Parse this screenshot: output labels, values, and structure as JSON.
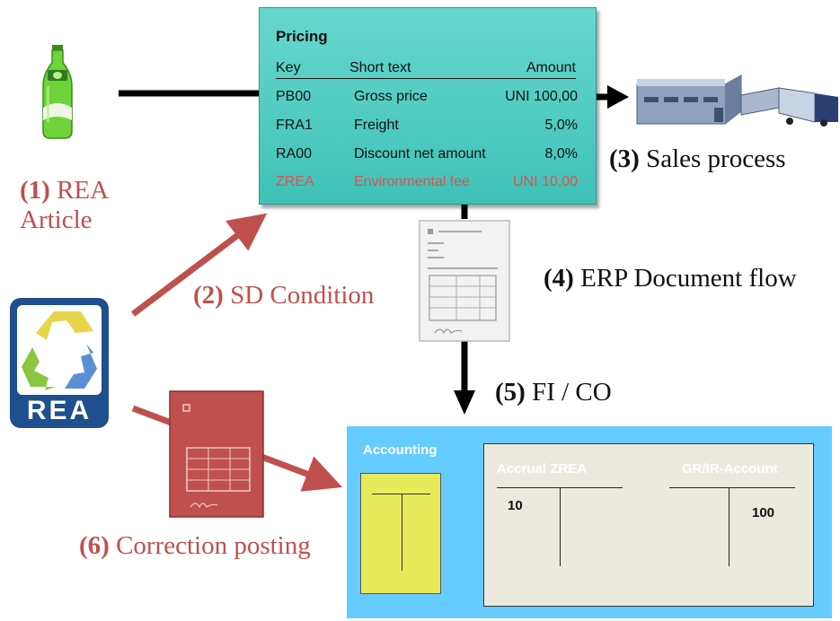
{
  "pricing": {
    "title": "Pricing",
    "headers": [
      "Key",
      "Short text",
      "Amount"
    ],
    "rows": [
      {
        "key": "PB00",
        "text": "Gross price",
        "amount": "UNI 100,00"
      },
      {
        "key": "FRA1",
        "text": "Freight",
        "amount": "5,0%"
      },
      {
        "key": "RA00",
        "text": "Discount net amount",
        "amount": "8,0%"
      },
      {
        "key": "ZREA",
        "text": "Environmental fee",
        "amount": "UNI 10,00"
      }
    ]
  },
  "steps": {
    "s1": {
      "num": "(1)",
      "label": "REA",
      "label2": "Article"
    },
    "s2": {
      "num": "(2)",
      "label": "SD Condition"
    },
    "s3": {
      "num": "(3)",
      "label": "Sales process"
    },
    "s4": {
      "num": "(4)",
      "label": "ERP Document flow"
    },
    "s5": {
      "num": "(5)",
      "label": "FI / CO"
    },
    "s6": {
      "num": "(6)",
      "label": "Correction posting"
    }
  },
  "logo": {
    "text": "REA"
  },
  "accounting": {
    "title": "Accounting",
    "accounts": [
      {
        "name": "Accrual ZREA",
        "value": "10"
      },
      {
        "name": "GR/IR-Account",
        "value": "100"
      }
    ]
  },
  "colors": {
    "accent_red": "#c0504d",
    "pricing_teal": "#4cc9c0",
    "accounting_blue": "#66ccff",
    "yellow_account": "#e9e95c"
  },
  "icons": [
    "bottle-icon",
    "warehouse-truck-icon",
    "document-icon",
    "red-document-icon",
    "recycle-logo-icon"
  ]
}
